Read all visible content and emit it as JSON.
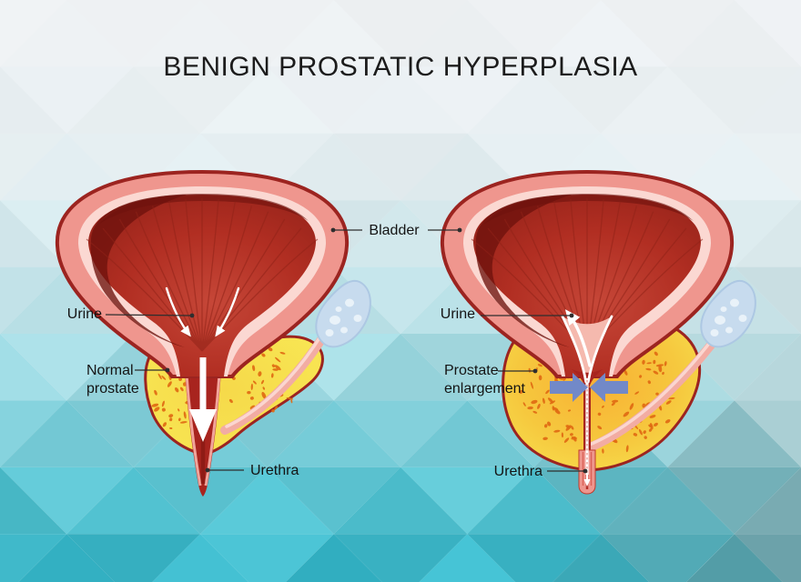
{
  "title": "BENIGN PROSTATIC HYPERPLASIA",
  "labels": {
    "bladder": "Bladder",
    "left": {
      "urine": "Urine",
      "prostate_line1": "Normal",
      "prostate_line2": "prostate",
      "urethra": "Urethra"
    },
    "right": {
      "urine": "Urine",
      "prostate_line1": "Prostate",
      "prostate_line2": "enlargement",
      "urethra": "Urethra"
    }
  },
  "colors": {
    "title_text": "#1c1c1c",
    "label_text": "#141414",
    "leader_line": "#2e2e2e",
    "bladder_wall_salmon": "#ef968e",
    "bladder_outline_dark_red": "#9c2420",
    "bladder_lining_pink": "#fbd8d2",
    "bladder_interior_red": "#b02c20",
    "urethra_red": "#a8241e",
    "prostate_yellow": "#f8e451",
    "prostate_orange_center": "#f9b634",
    "speckle_orange": "#e06a12",
    "duct_pink": "#f2aca3",
    "seminal_vesicle_blue": "#c7dbee",
    "flow_arrow_white": "#ffffff",
    "compression_arrow_blue": "#7289c8",
    "background_top": "#f0f2f3",
    "background_teal": "#39b7c9"
  }
}
